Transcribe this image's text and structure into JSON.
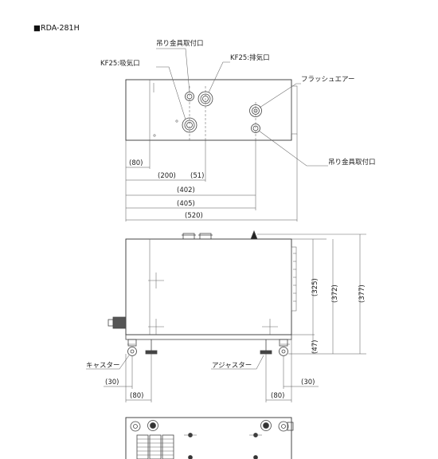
{
  "title": "■RDA-281H",
  "top_view": {
    "callouts": {
      "hanger_top": "吊り金具取付口",
      "exhaust": "KF25:排気口",
      "intake": "KF25:吸気口",
      "flush_air": "フラッシュエアー",
      "hanger_right": "吊り金具取付口"
    },
    "dimensions": [
      "(80)",
      "(200)",
      "(51)",
      "(402)",
      "(405)",
      "(520)"
    ]
  },
  "front_view": {
    "callouts": {
      "caster": "キャスター",
      "adjuster": "アジャスター"
    },
    "dimensions": {
      "right": [
        "(325)",
        "(372)",
        "(377)"
      ],
      "small_right": "(47)",
      "left_30": "(30)",
      "right_30": "(30)",
      "left_80": "(80)",
      "right_80": "(80)"
    }
  }
}
